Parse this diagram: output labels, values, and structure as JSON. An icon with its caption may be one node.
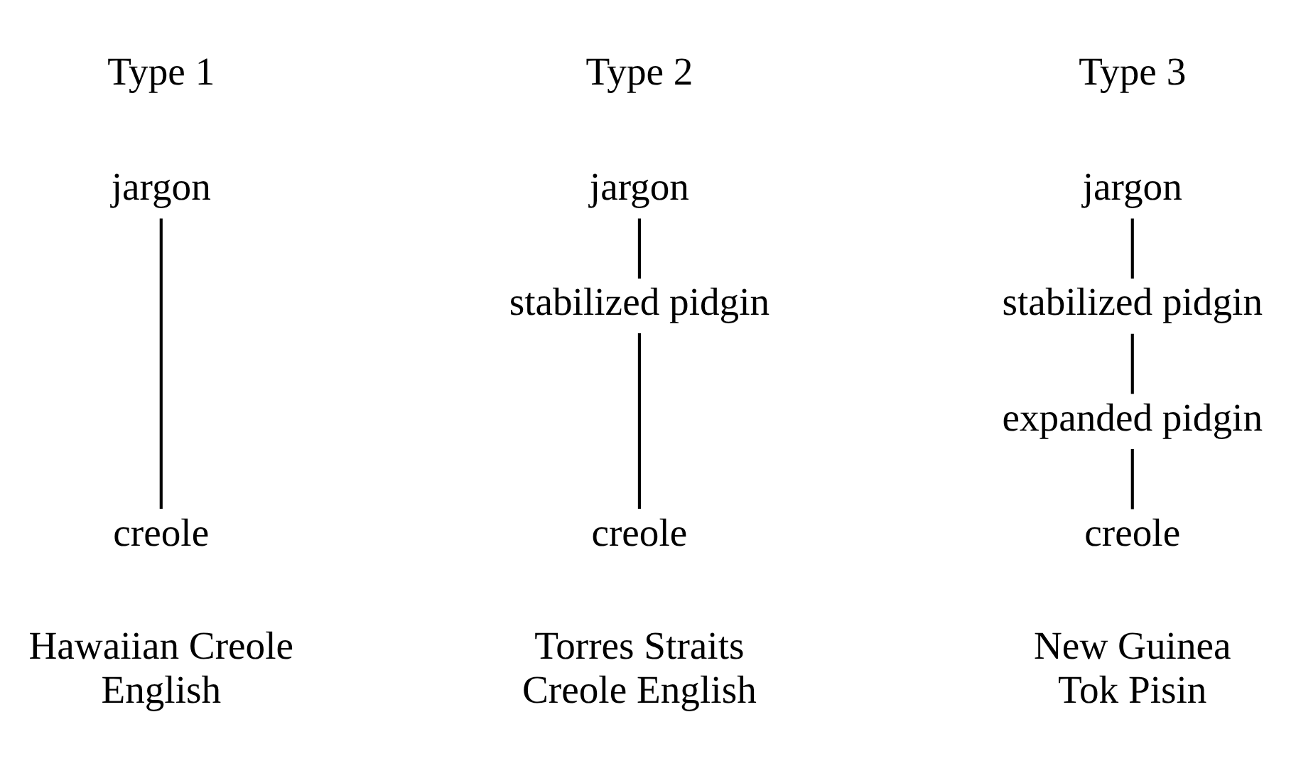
{
  "diagram": {
    "nodes": [
      {
        "text": [
          "jargon"
        ]
      },
      {
        "text": [
          "creole"
        ]
      },
      {
        "text": [
          "jargon"
        ]
      },
      {
        "text": [
          "stabilized pidgin"
        ]
      },
      {
        "text": [
          "creole"
        ]
      },
      {
        "text": [
          "jargon"
        ]
      },
      {
        "text": [
          "stabilized pidgin"
        ]
      },
      {
        "text": [
          "expanded pidgin"
        ]
      },
      {
        "text": [
          "creole"
        ]
      }
    ],
    "edges": [
      {
        "from": 0,
        "to": 1,
        "arrow": "none"
      },
      {
        "from": 2,
        "to": 3,
        "arrow": "none"
      },
      {
        "from": 3,
        "to": 4,
        "arrow": "none"
      },
      {
        "from": 5,
        "to": 6,
        "arrow": "none"
      },
      {
        "from": 6,
        "to": 7,
        "arrow": "none"
      },
      {
        "from": 7,
        "to": 8,
        "arrow": "none"
      }
    ],
    "labels": [
      "Type 1",
      "Type 2",
      "Type 3",
      "Hawaiian Creole English",
      "Torres Straits Creole English",
      "New Guinea Tok Pisin"
    ]
  }
}
